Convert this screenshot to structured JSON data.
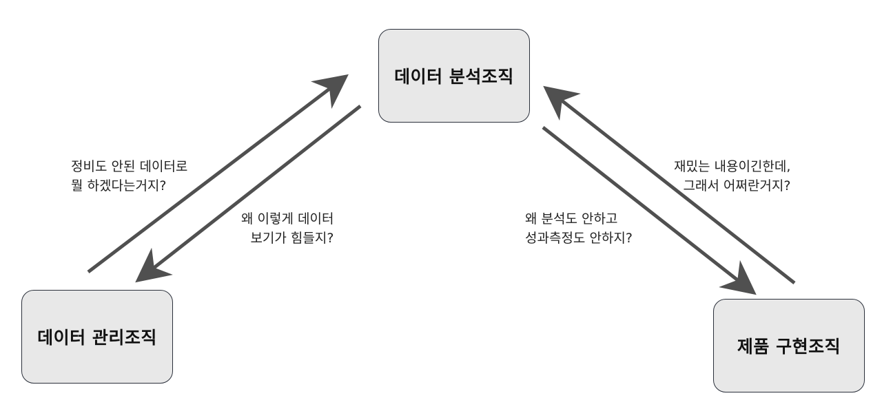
{
  "boxes": {
    "analysis": "데이터 분석조직",
    "management": "데이터 관리조직",
    "product": "제품 구현조직"
  },
  "notes": {
    "management_to_analysis": [
      "정비도 안된 데이터로",
      "뭘 하겠다는거지?"
    ],
    "analysis_to_management": [
      "왜 이렇게 데이터",
      "보기가 힘들지?"
    ],
    "analysis_to_product": [
      "왜 분석도 안하고",
      "성과측정도 안하지?"
    ],
    "product_to_analysis": [
      "재밌는 내용이긴한데,",
      "그래서 어쩌란거지?"
    ]
  },
  "colors": {
    "box_fill": "#e8e8e8",
    "box_border": "#2a2f3a",
    "arrow": "#505050"
  }
}
